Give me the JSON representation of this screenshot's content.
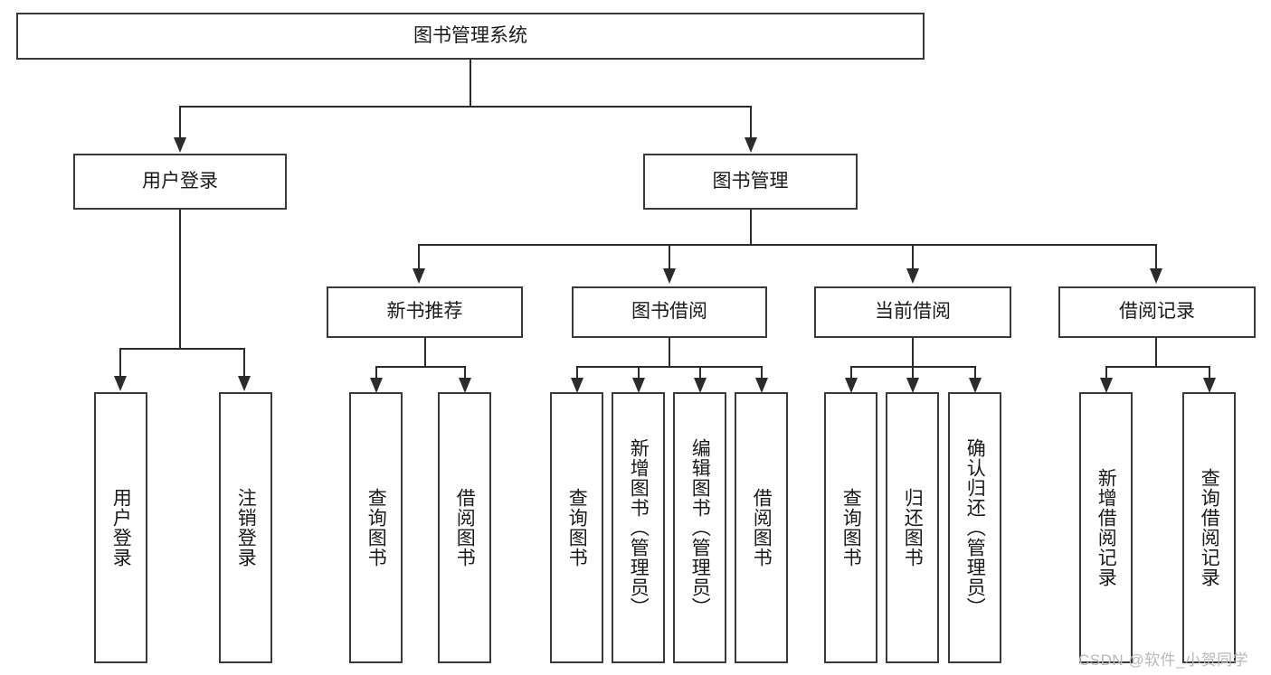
{
  "diagram": {
    "type": "tree-hierarchy-functional-decomposition",
    "root": {
      "label": "图书管理系统"
    },
    "level2": [
      {
        "id": "user-login",
        "label": "用户登录"
      },
      {
        "id": "book-management",
        "label": "图书管理"
      }
    ],
    "level3": [
      {
        "id": "new-book-recommend",
        "label": "新书推荐"
      },
      {
        "id": "book-borrow",
        "label": "图书借阅"
      },
      {
        "id": "current-borrow",
        "label": "当前借阅"
      },
      {
        "id": "borrow-record",
        "label": "借阅记录"
      }
    ],
    "leaves": {
      "user_login": [
        {
          "id": "leaf-user-login",
          "label": "用户登录"
        },
        {
          "id": "leaf-user-logout",
          "label": "注销登录"
        }
      ],
      "new_book_recommend": [
        {
          "id": "leaf-query-book-1",
          "label": "查询图书"
        },
        {
          "id": "leaf-borrow-book-1",
          "label": "借阅图书"
        }
      ],
      "book_borrow": [
        {
          "id": "leaf-query-book-2",
          "label": "查询图书"
        },
        {
          "id": "leaf-add-book",
          "label": "新增图书（管理员）"
        },
        {
          "id": "leaf-edit-book",
          "label": "编辑图书（管理员）"
        },
        {
          "id": "leaf-borrow-book-2",
          "label": "借阅图书"
        }
      ],
      "current_borrow": [
        {
          "id": "leaf-query-book-3",
          "label": "查询图书"
        },
        {
          "id": "leaf-return-book",
          "label": "归还图书"
        },
        {
          "id": "leaf-confirm-return",
          "label": "确认归还（管理员）"
        }
      ],
      "borrow_record": [
        {
          "id": "leaf-add-record",
          "label": "新增借阅记录"
        },
        {
          "id": "leaf-query-record",
          "label": "查询借阅记录"
        }
      ]
    }
  },
  "watermark": {
    "text": "CSDN @软件_小贺同学"
  },
  "colors": {
    "box_border": "#3a3a3a",
    "connector": "#2b2b2b",
    "background": "#ffffff",
    "text": "#1a1a1a",
    "watermark": "#b9b9b9"
  }
}
